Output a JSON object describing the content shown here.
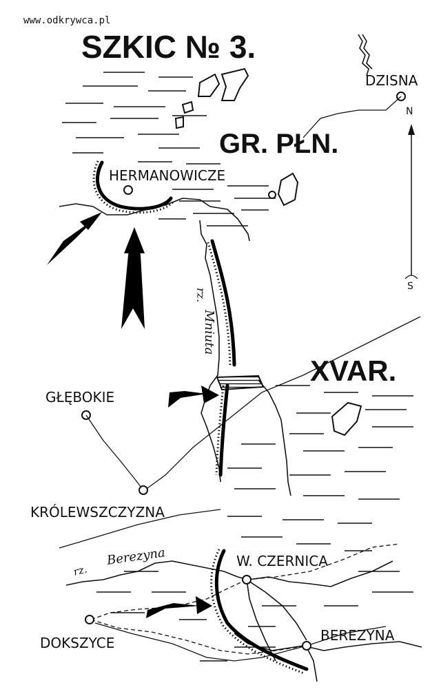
{
  "watermark": "www.odkrywca.pl",
  "title": "SZKIC № 3.",
  "units": {
    "north_group": "GR. PŁN.",
    "fifteenth_corps": "XVAR."
  },
  "places": {
    "dzisna": "DZISNA",
    "hermanowicze": "HERMANOWICZE",
    "glebokie": "GŁĘBOKIE",
    "krolewszczyzna": "KRÓLEWSZCZYZNA",
    "w_czernica": "W. CZERNICA",
    "dokszyce": "DOKSZYCE",
    "berezyna_town": "BEREZYNA"
  },
  "rivers": {
    "mnuta_prefix": "rz.",
    "mnuta_name": "Mniuta",
    "berezyna_prefix": "rz.",
    "berezyna_name": "Berezyna"
  },
  "compass": {
    "north": "N",
    "south": "S"
  }
}
